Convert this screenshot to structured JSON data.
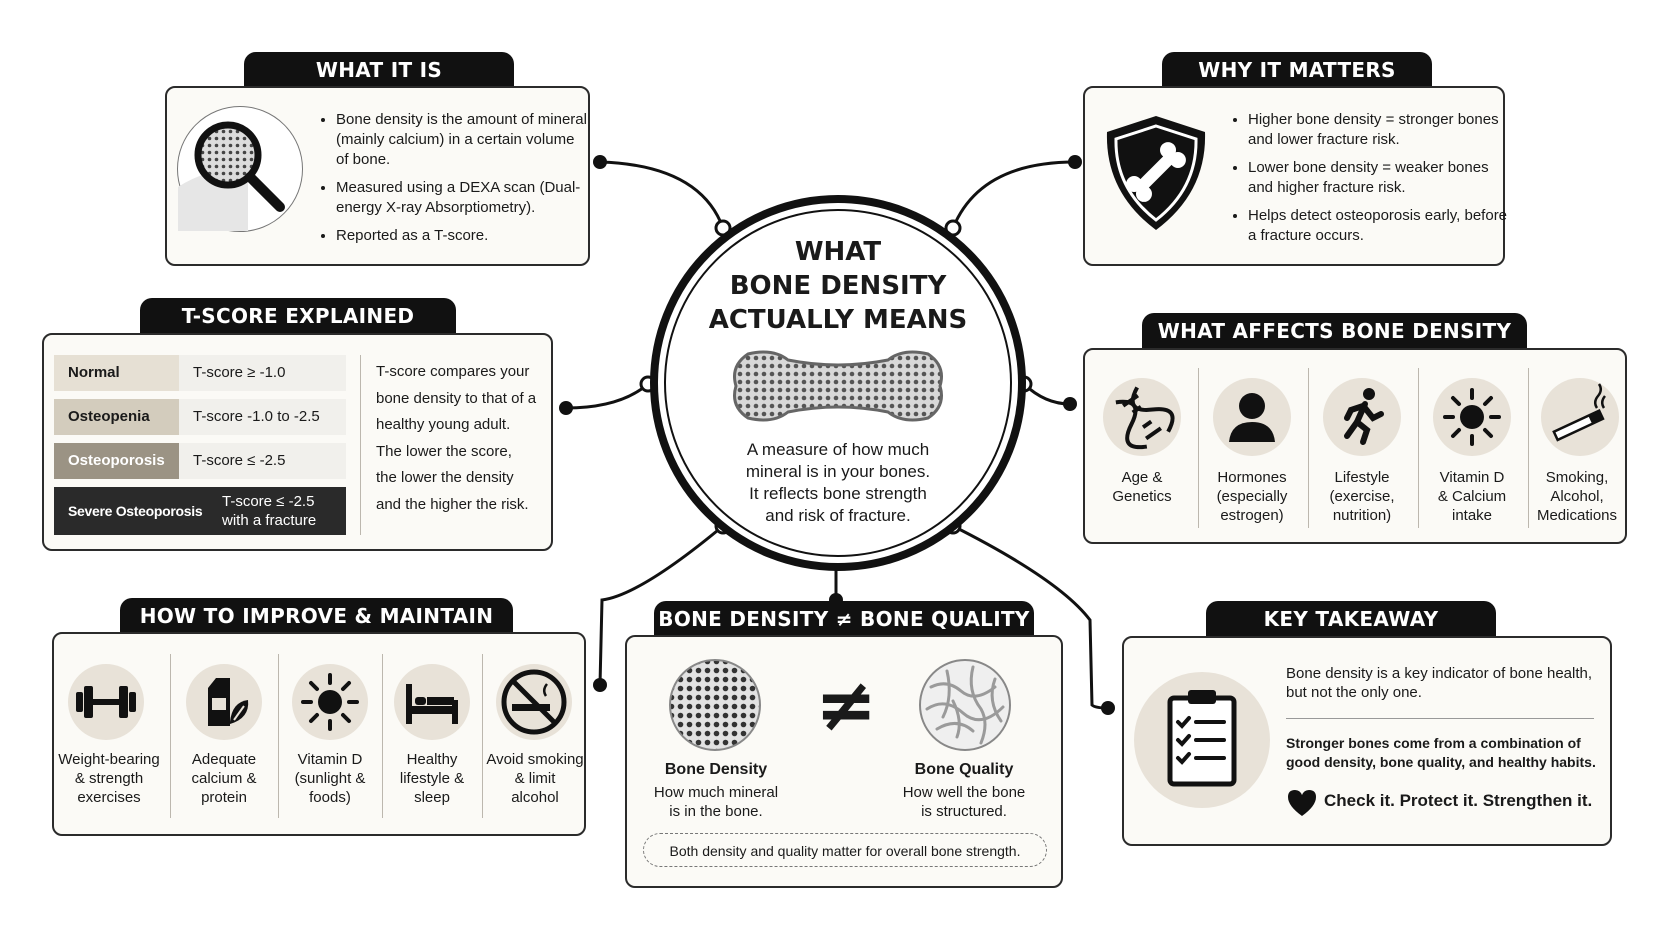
{
  "center": {
    "title_line1": "WHAT",
    "title_line2": "BONE DENSITY",
    "title_line3": "ACTUALLY MEANS",
    "desc_line1": "A measure of how much",
    "desc_line2": "mineral is in your bones.",
    "desc_line3": "It reflects bone strength",
    "desc_line4": "and risk of fracture."
  },
  "what_it_is": {
    "title": "WHAT IT IS",
    "bullets": [
      "Bone density is the amount of mineral (mainly calcium) in a certain volume of bone.",
      "Measured using a DEXA scan (Dual-energy X-ray Absorptiometry).",
      "Reported as a T-score."
    ],
    "icon": "magnifier-bone-icon"
  },
  "why_it_matters": {
    "title": "WHY IT MATTERS",
    "bullets": [
      "Higher bone density = stronger bones and lower fracture risk.",
      "Lower bone density = weaker bones and higher fracture risk.",
      "Helps detect osteoporosis early, before a fracture occurs."
    ],
    "icon": "shield-bone-icon"
  },
  "tscore": {
    "title": "T-SCORE EXPLAINED",
    "rows": [
      {
        "category": "Normal",
        "range": "T-score ≥ -1.0",
        "color": "#e6e0d4"
      },
      {
        "category": "Osteopenia",
        "range": "T-score -1.0 to -2.5",
        "color": "#d3ccbd"
      },
      {
        "category": "Osteoporosis",
        "range": "T-score ≤ -2.5",
        "color": "#9b9384"
      },
      {
        "category": "Severe Osteoporosis",
        "range_line1": "T-score ≤ -2.5",
        "range_line2": "with a fracture",
        "color": "#2a2a2a"
      }
    ],
    "text_lines": [
      "T-score compares your",
      "bone density to that of a",
      "healthy young adult.",
      "The lower the score,",
      "the lower the density",
      "and the higher the risk."
    ]
  },
  "affects": {
    "title": "WHAT AFFECTS BONE DENSITY",
    "items": [
      {
        "icon": "dna-icon",
        "lines": [
          "Age &",
          "Genetics"
        ]
      },
      {
        "icon": "person-icon",
        "lines": [
          "Hormones",
          "(especially",
          "estrogen)"
        ]
      },
      {
        "icon": "runner-icon",
        "lines": [
          "Lifestyle",
          "(exercise,",
          "nutrition)"
        ]
      },
      {
        "icon": "sun-icon",
        "lines": [
          "Vitamin D",
          "& Calcium",
          "intake"
        ]
      },
      {
        "icon": "cigarette-icon",
        "lines": [
          "Smoking,",
          "Alcohol,",
          "Medications"
        ]
      }
    ]
  },
  "improve": {
    "title": "HOW TO IMPROVE & MAINTAIN",
    "items": [
      {
        "icon": "dumbbell-icon",
        "lines": [
          "Weight-bearing",
          "& strength",
          "exercises"
        ]
      },
      {
        "icon": "milk-icon",
        "lines": [
          "Adequate",
          "calcium &",
          "protein"
        ]
      },
      {
        "icon": "sun-icon",
        "lines": [
          "Vitamin D",
          "(sunlight &",
          "foods)"
        ]
      },
      {
        "icon": "bed-icon",
        "lines": [
          "Healthy",
          "lifestyle &",
          "sleep"
        ]
      },
      {
        "icon": "no-smoking-icon",
        "lines": [
          "Avoid smoking",
          "& limit",
          "alcohol"
        ]
      }
    ]
  },
  "quality": {
    "title": "BONE DENSITY ≠ BONE QUALITY",
    "neq": "≠",
    "left_title": "Bone Density",
    "left_lines": [
      "How much mineral",
      "is in the bone."
    ],
    "right_title": "Bone Quality",
    "right_lines": [
      "How well the bone",
      "is structured."
    ],
    "footer": "Both density and quality matter for overall bone strength."
  },
  "takeaway": {
    "title": "KEY TAKEAWAY",
    "line1a": "Bone density is a key indicator of bone health,",
    "line1b": "but not the only one.",
    "line2a": "Stronger bones come from a combination of",
    "line2b": "good density, bone quality, and healthy habits.",
    "tagline": "Check it. Protect it. Strengthen it.",
    "icon": "clipboard-icon"
  }
}
